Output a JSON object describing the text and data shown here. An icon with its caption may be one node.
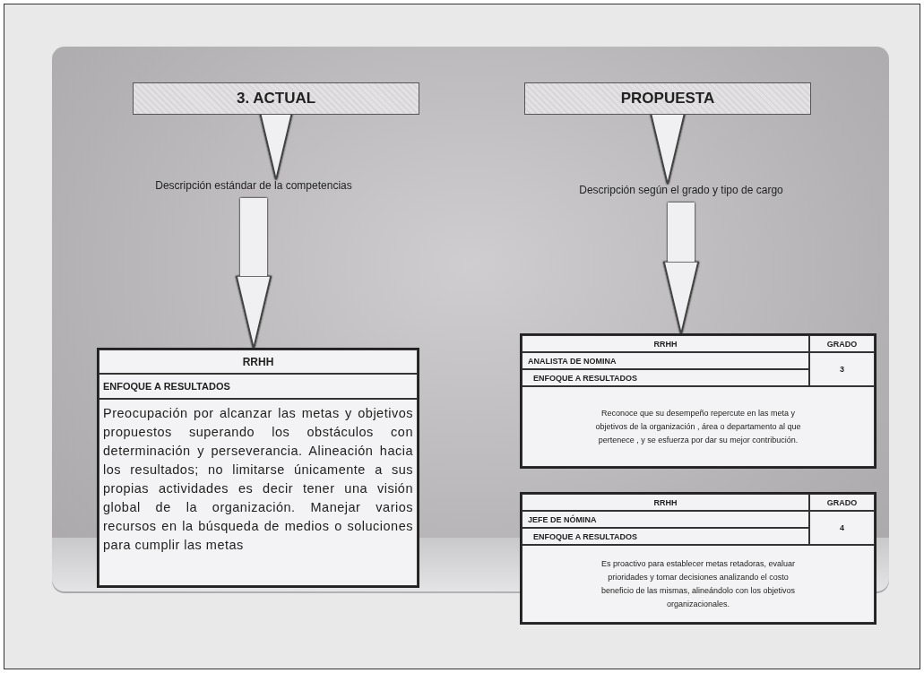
{
  "diagram": {
    "nodes": [
      {
        "text": [
          "3. ACTUAL"
        ]
      },
      {
        "text": [
          "Descripción estándar de la competencias"
        ]
      },
      {
        "text": [
          "RRHH",
          "ENFOQUE A RESULTADOS",
          "Preocupación por alcanzar las metas y objetivos propuestos superando los obstáculos con determinación y perseverancia. Alineación hacia los resultados; no limitarse únicamente a sus propias actividades es decir tener una visión global de la organización. Manejar varios recursos en la búsqueda de medios o soluciones para cumplir las metas"
        ]
      },
      {
        "text": [
          "PROPUESTA"
        ]
      },
      {
        "text": [
          "Descripción según el grado y tipo de cargo"
        ]
      },
      {
        "text": [
          "RRHH",
          "GRADO",
          "ANALISTA DE NOMINA",
          "3",
          "ENFOQUE A RESULTADOS",
          "Reconoce que su desempeño repercute en las meta y objetivos de la organización , área o departamento al que pertenece , y se esfuerza por dar su mejor contribución."
        ]
      },
      {
        "text": [
          "RRHH",
          "GRADO",
          "JEFE DE NÓMINA",
          "4",
          "ENFOQUE A RESULTADOS",
          "Es proactivo para establecer metas retadoras, evaluar prioridades y tomar decisiones analizando el costo beneficio de las mismas, alineándolo con los objetivos organizacionales."
        ]
      }
    ],
    "edges": [
      {
        "from": 0,
        "to": 1,
        "arrow": "to"
      },
      {
        "from": 1,
        "to": 2,
        "arrow": "to"
      },
      {
        "from": 3,
        "to": 4,
        "arrow": "to"
      },
      {
        "from": 4,
        "to": 5,
        "arrow": "to"
      }
    ]
  }
}
